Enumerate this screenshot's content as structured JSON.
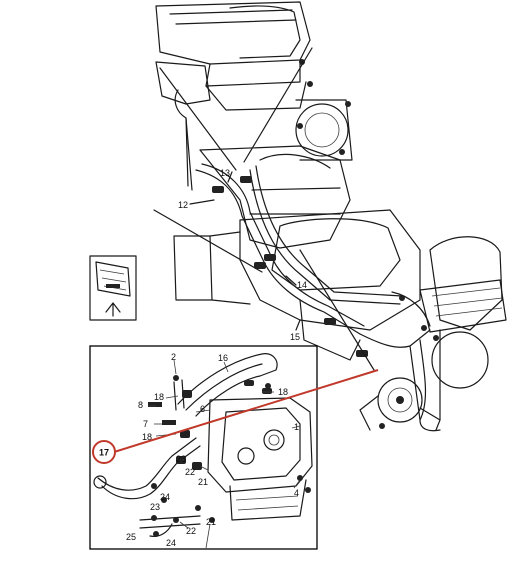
{
  "callout_highlight": {
    "number": "17",
    "color": "#c0392b"
  },
  "labels": {
    "p1": "1",
    "p2": "2",
    "p4": "4",
    "p6": "6",
    "p7": "7",
    "p8": "8",
    "p12": "12",
    "p13": "13",
    "p14": "14",
    "p15": "15",
    "p16": "16",
    "p18a": "18",
    "p18b": "18",
    "p18c": "18",
    "p21a": "21",
    "p21b": "21",
    "p22a": "22",
    "p22b": "22",
    "p23a": "23",
    "p23b": "23",
    "p24a": "24",
    "p24b": "24",
    "p25": "25"
  },
  "colors": {
    "line": "#1a1a1a",
    "callout": "#c0392b",
    "frame": "#000000"
  }
}
